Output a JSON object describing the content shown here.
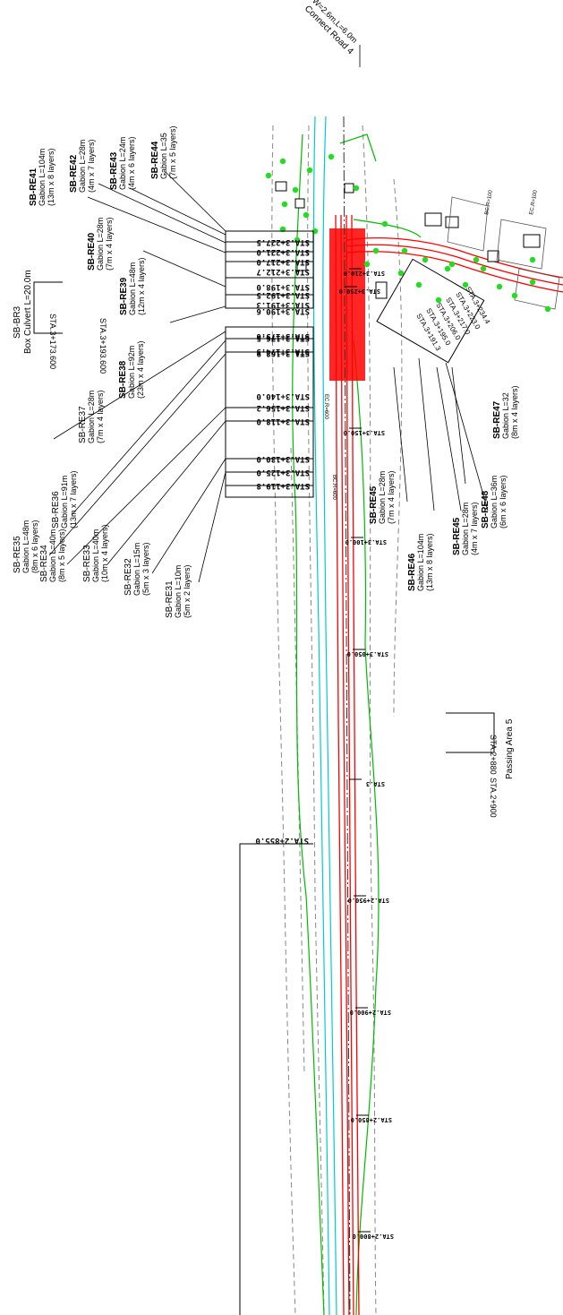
{
  "connect_road": {
    "title": "Connect Road 4",
    "width": "W=2.6m,L=6.0m"
  },
  "box_culvert": {
    "name": "SB-BR3",
    "desc": "Box Culvert L=20.0m",
    "sta_start": "STA.3+173.600",
    "sta_end": "STA.3+193.600"
  },
  "passing_area": {
    "name": "Passing Area 5",
    "sta_start": "STA.2+880",
    "sta_end": "STA.2+900"
  },
  "stations_left": [
    "STA.3+227.5",
    "STA.3+221.0",
    "STA.3+217.0",
    "STA.3+212.7",
    "STA.3+198.0",
    "STA.3+192.5",
    "STA.3+190.6",
    "STA.3+191.3",
    "STA.3+176.5",
    "STA.3+174.5",
    "STA.3+175.6",
    "STA.3+168.9",
    "STA.3+156.2",
    "STA.3+118.0",
    "STA.3+140.0",
    "STA.3+130.0",
    "STA.3+125.0",
    "STA.3+119.8"
  ],
  "stations_right": [
    "STA.3+234.4",
    "STA.3+223.0",
    "STA.3+217.0",
    "STA.3+206.0",
    "STA.3+195.0",
    "STA.3+191.3"
  ],
  "chainage_marks": [
    "STA.3+250.0",
    "STA.3+210.0",
    "STA.3+150.0",
    "STA.3+100.0",
    "STA.3+050.0",
    "STA.3",
    "STA.2+950.0",
    "STA.2+900.0",
    "STA.2+850.0",
    "STA.2+800.0"
  ],
  "sta_bottom": "STA.2+855.0",
  "curve_labels": [
    "BC.R=600",
    "EC.R=600",
    "BC.R=100",
    "EC.R=100"
  ],
  "gabions_left": [
    {
      "name": "SB-RE41",
      "spec": "Gabion L=104m",
      "size": "(13m x 8 layers)",
      "bold": true
    },
    {
      "name": "SB-RE42",
      "spec": "Gabion L=28m",
      "size": "(4m x 7 layers)",
      "bold": true
    },
    {
      "name": "SB-RE43",
      "spec": "Gabion L=24m",
      "size": "(4m x 6 layers)",
      "bold": true
    },
    {
      "name": "SB-RE44",
      "spec": "Gabion L=35",
      "size": "(7m x 5 layers)",
      "bold": true
    },
    {
      "name": "SB-RE40",
      "spec": "Gabion L=28m",
      "size": "(7m x 4 layers)",
      "bold": true
    },
    {
      "name": "SB-RE39",
      "spec": "Gabion L=48m",
      "size": "(12m x 4 layers)",
      "bold": true
    },
    {
      "name": "SB-RE38",
      "spec": "Gabion L=92m",
      "size": "(23m x 4 layers)",
      "bold": true
    },
    {
      "name": "SB-RE37",
      "spec": "Gabion L=28m",
      "size": "(7m x 4 layers)",
      "bold": false
    },
    {
      "name": "SB-RE36",
      "spec": "Gabion L=91m",
      "size": "(13m x 7 layers)",
      "bold": false
    },
    {
      "name": "SB-RE35",
      "spec": "Gabion L=48m",
      "size": "(8m x 6 layers)",
      "bold": false
    },
    {
      "name": "SB-RE34",
      "spec": "Gabion L=40m",
      "size": "(8m x 5 layers)",
      "bold": false
    },
    {
      "name": "SB-RE33",
      "spec": "Gabion L=40m",
      "size": "(10m x 4 layers)",
      "bold": false
    },
    {
      "name": "SB-RE32",
      "spec": "Gabion L=15m",
      "size": "(5m x 3 layers)",
      "bold": false
    },
    {
      "name": "SB-RE31",
      "spec": "Gabion L=10m",
      "size": "(5m x 2 layers)",
      "bold": false
    }
  ],
  "gabions_right": [
    {
      "name": "SB-RE47",
      "spec": "Gabion L=32",
      "size": "(8m x 4 layers)",
      "bold": true
    },
    {
      "name": "SB-RE48",
      "spec": "Gabion L=36m",
      "size": "(6m x 6 layers)",
      "bold": true
    },
    {
      "name": "SB-RE45",
      "spec": "Gabion L=28m",
      "size": "(4m x 7 layers)",
      "bold": true
    },
    {
      "name": "SB-RE46",
      "spec": "Gabion L=104m",
      "size": "(13m x 8 layers)",
      "bold": true
    },
    {
      "name": "SB-RE45",
      "spec": "Gabion L=28m",
      "size": "(7m x 4 layers)",
      "bold": true
    }
  ],
  "colors": {
    "road": "#ff0000",
    "boundary": "#00bb00",
    "stream": "#00cccc",
    "contour": "#888888",
    "tree": "#22dd22"
  }
}
